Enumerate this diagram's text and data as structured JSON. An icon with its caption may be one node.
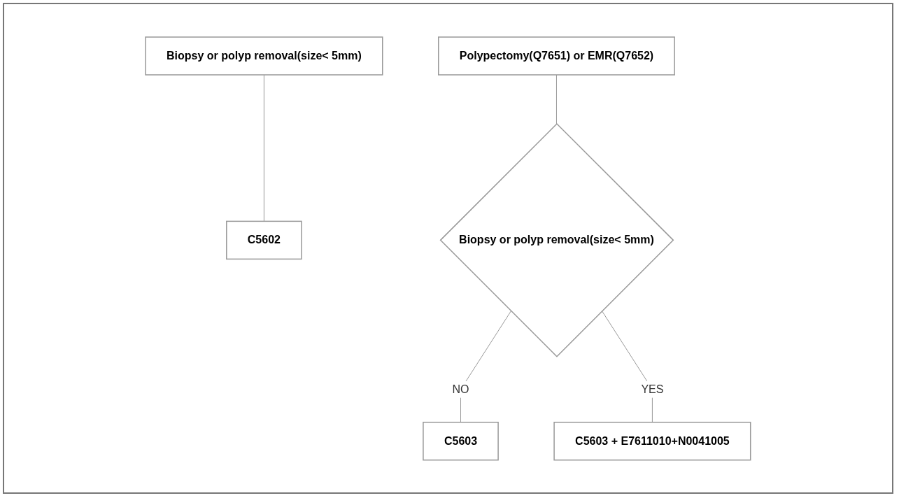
{
  "diagram": {
    "nodes": [
      {
        "text": [
          "Biopsy or polyp removal(size< 5mm)"
        ]
      },
      {
        "text": [
          "C5602"
        ]
      },
      {
        "text": [
          "Polypectomy(Q7651) or EMR(Q7652)"
        ]
      },
      {
        "text": [
          "Biopsy or polyp removal(size< 5mm)"
        ]
      },
      {
        "text": [
          "C5603"
        ]
      },
      {
        "text": [
          "C5603 + E7611010+N0041005"
        ]
      }
    ],
    "edges": [
      {
        "from": 0,
        "to": 1,
        "arrow": "none"
      },
      {
        "from": 2,
        "to": 3,
        "arrow": "none"
      },
      {
        "from": 3,
        "to": 4,
        "arrow": "none",
        "label": "NO"
      },
      {
        "from": 3,
        "to": 5,
        "arrow": "none",
        "label": "YES"
      }
    ]
  }
}
